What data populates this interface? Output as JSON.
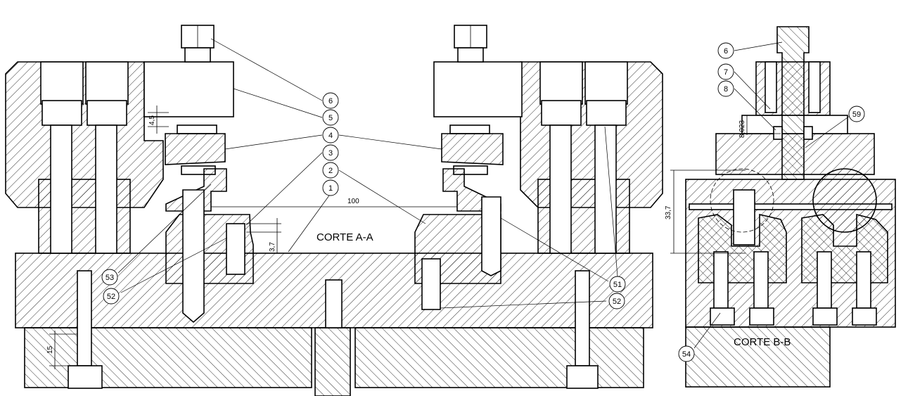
{
  "section_labels": {
    "section_aa": "CORTE A-A",
    "section_bb": "CORTE B-B"
  },
  "dimensions": {
    "d_4_5": "4,5",
    "d_100": "100",
    "d_3_7": "3,7",
    "d_15": "15",
    "d_8_023": "8,023",
    "d_33_7": "33,7"
  },
  "balloons": {
    "b6": "6",
    "b5": "5",
    "b4": "4",
    "b3": "3",
    "b2": "2",
    "b1": "1",
    "b53": "53",
    "b52_left": "52",
    "b51": "51",
    "b52_right": "52",
    "b6_right": "6",
    "b7": "7",
    "b8": "8",
    "b59": "59",
    "b54": "54"
  },
  "colors": {
    "line": "#000000",
    "background": "#ffffff"
  }
}
